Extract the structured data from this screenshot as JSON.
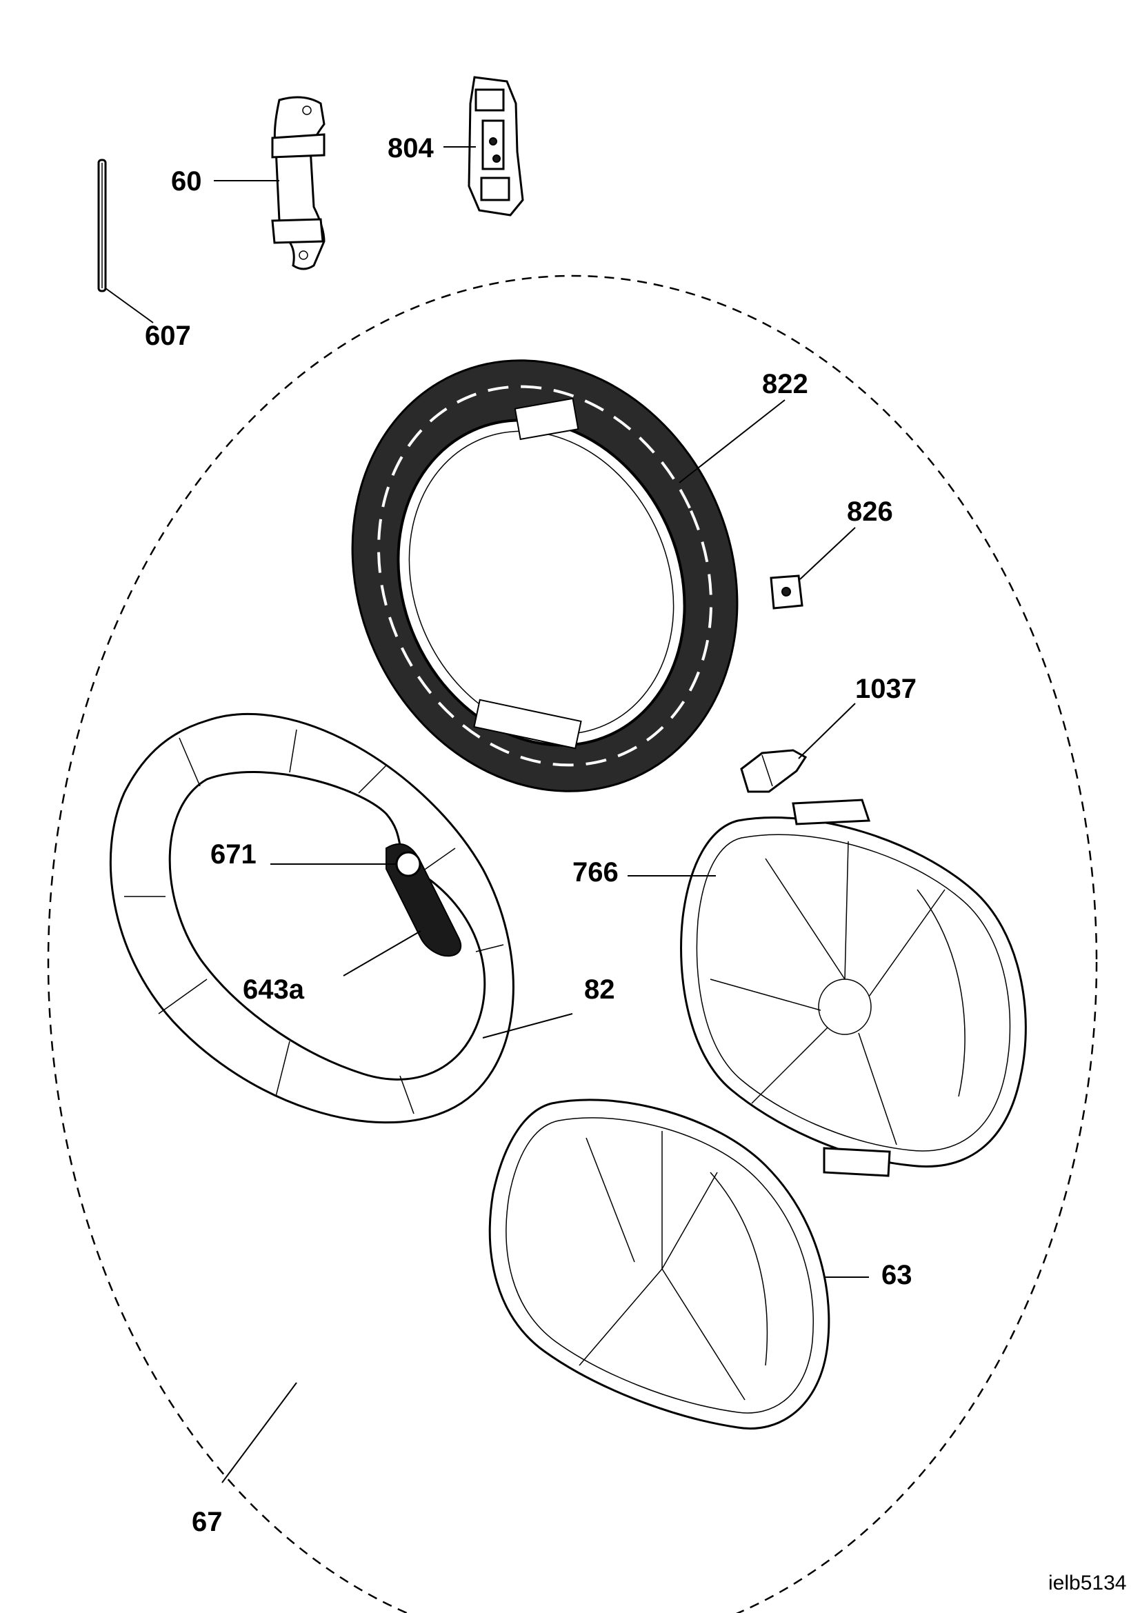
{
  "diagram": {
    "reference_code": "ielb5134",
    "callouts": {
      "c60": "60",
      "c804": "804",
      "c607": "607",
      "c822": "822",
      "c826": "826",
      "c1037": "1037",
      "c671": "671",
      "c766": "766",
      "c643a": "643a",
      "c82": "82",
      "c63": "63",
      "c67": "67"
    }
  }
}
